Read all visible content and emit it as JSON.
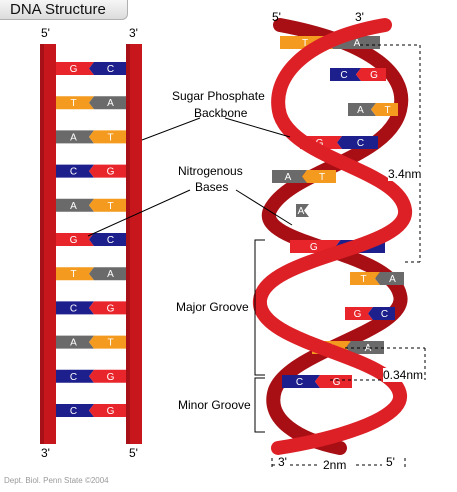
{
  "title": "DNA Structure",
  "credit": "Dept. Biol. Penn State ©2004",
  "colors": {
    "backbone": "#c8161d",
    "backbone_dark": "#8a0c10",
    "G": "#e8252b",
    "C": "#1d1f8c",
    "A": "#6a6a6a",
    "T": "#f39a1f"
  },
  "ladder": {
    "left_end_top": "5'",
    "right_end_top": "3'",
    "left_end_bottom": "3'",
    "right_end_bottom": "5'",
    "pairs": [
      [
        "G",
        "C"
      ],
      [
        "T",
        "A"
      ],
      [
        "A",
        "T"
      ],
      [
        "C",
        "G"
      ],
      [
        "A",
        "T"
      ],
      [
        "G",
        "C"
      ],
      [
        "T",
        "A"
      ],
      [
        "C",
        "G"
      ],
      [
        "A",
        "T"
      ],
      [
        "C",
        "G"
      ],
      [
        "C",
        "G"
      ]
    ]
  },
  "helix": {
    "top_left_end": "5'",
    "top_right_end": "3'",
    "bottom_left_end": "3'",
    "bottom_right_end": "5'",
    "rungs": [
      [
        "T",
        "A"
      ],
      [
        "C",
        "G"
      ],
      [
        "A",
        "T"
      ],
      [
        "G",
        "C"
      ],
      [
        "A",
        "T"
      ],
      [
        "A",
        ""
      ],
      [
        "G",
        "C"
      ],
      [
        "T",
        "A"
      ],
      [
        "G",
        "C"
      ],
      [
        "T",
        "A"
      ],
      [
        "C",
        "G"
      ]
    ]
  },
  "labels": {
    "backbone": [
      "Sugar Phosphate",
      "Backbone"
    ],
    "bases": [
      "Nitrogenous",
      "Bases"
    ],
    "major_groove": "Major Groove",
    "minor_groove": "Minor Groove",
    "pitch": "3.4nm",
    "rise": "0.34nm",
    "width": "2nm"
  }
}
